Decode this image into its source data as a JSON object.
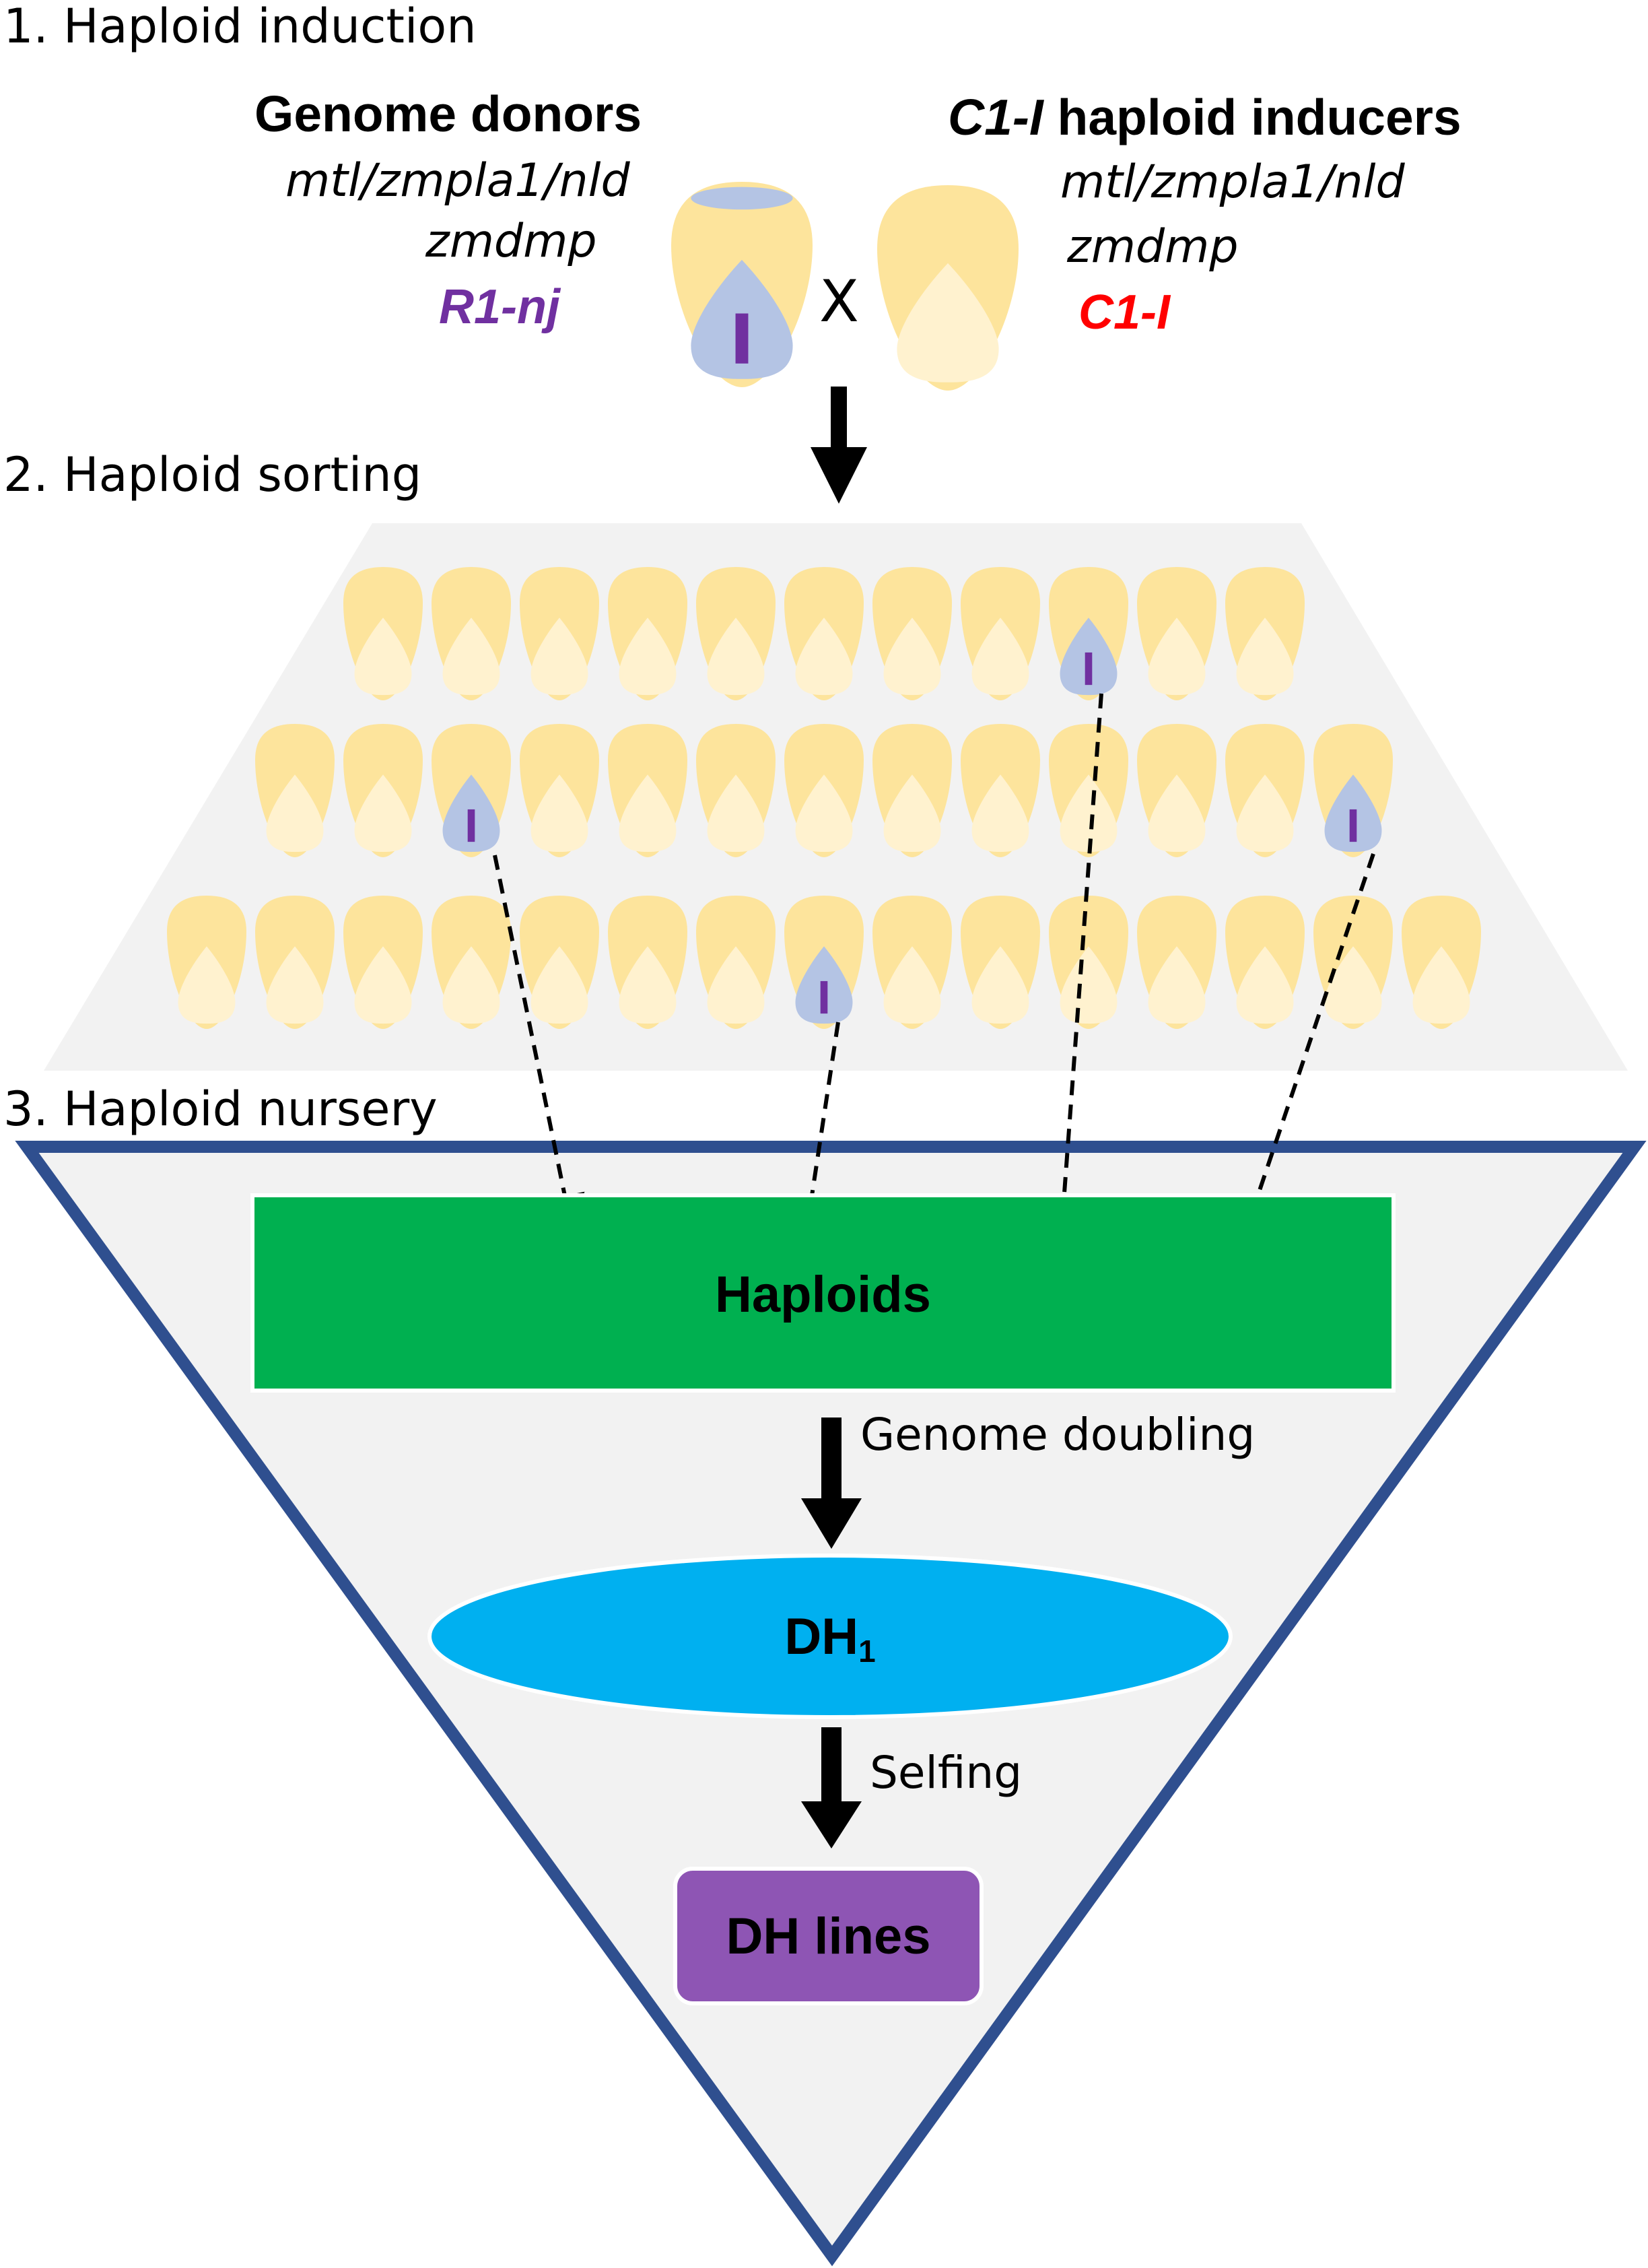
{
  "steps": {
    "induction": "1. Haploid induction",
    "sorting": "2. Haploid sorting",
    "nursery": "3. Haploid nursery"
  },
  "donors": {
    "title": "Genome donors",
    "genotype1": "mtl/zmpla1/nld",
    "genotype2": "zmdmp",
    "marker": "R1-nj"
  },
  "inducers": {
    "title_italic": "C1-I",
    "title_rest": " haploid inducers",
    "genotype1": "mtl/zmpla1/nld",
    "genotype2": "zmdmp",
    "marker": "C1-I"
  },
  "cross_symbol": "X",
  "nursery": {
    "haploids": "Haploids",
    "doubling": "Genome doubling",
    "dh_main": "DH",
    "dh_sub": "1",
    "selfing": "Selfing",
    "dh_lines": "DH lines"
  },
  "colors": {
    "kernel": "#fde49c",
    "kernel_embryo": "#fff2cf",
    "purple_embryo": "#b4c4e4",
    "purple_mark": "#7030a0",
    "marker_purple": "#7030a0",
    "marker_red": "#ff0000",
    "sorting_bg": "#f2f2f2",
    "triangle_border": "#2f4f8f",
    "haploids_box": "#00b050",
    "dh1_ellipse": "#00b0f0",
    "dh_lines_box": "#8e55b4"
  },
  "sorting_rows": [
    {
      "count": 11,
      "purple": [
        8
      ]
    },
    {
      "count": 13,
      "purple": [
        2,
        12
      ]
    },
    {
      "count": 15,
      "purple": [
        7
      ]
    }
  ]
}
